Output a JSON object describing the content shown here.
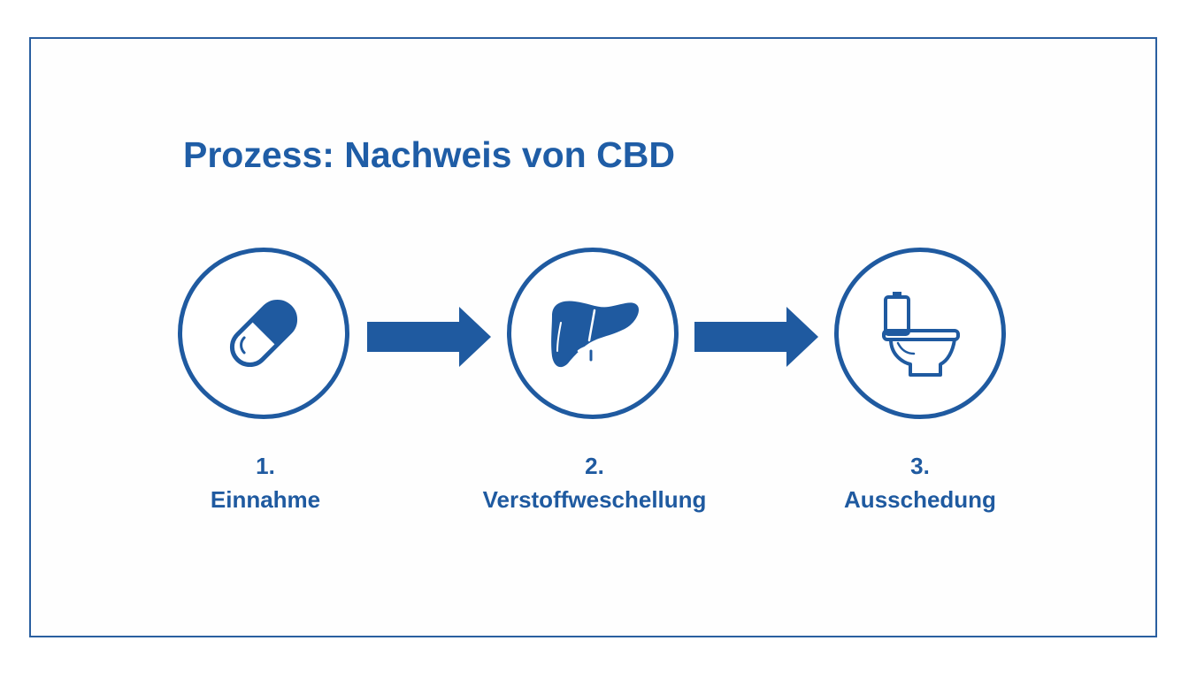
{
  "title": "Prozess: Nachweis von CBD",
  "colors": {
    "primary": "#1f5aa0",
    "title": "#1f5da6",
    "frame": "#2a5fa0"
  },
  "steps": [
    {
      "number": "1.",
      "label": "Einnahme",
      "icon": "capsule-icon"
    },
    {
      "number": "2.",
      "label": "Verstoffweschellung",
      "icon": "liver-icon"
    },
    {
      "number": "3.",
      "label": "Ausschedung",
      "icon": "toilet-icon"
    }
  ]
}
